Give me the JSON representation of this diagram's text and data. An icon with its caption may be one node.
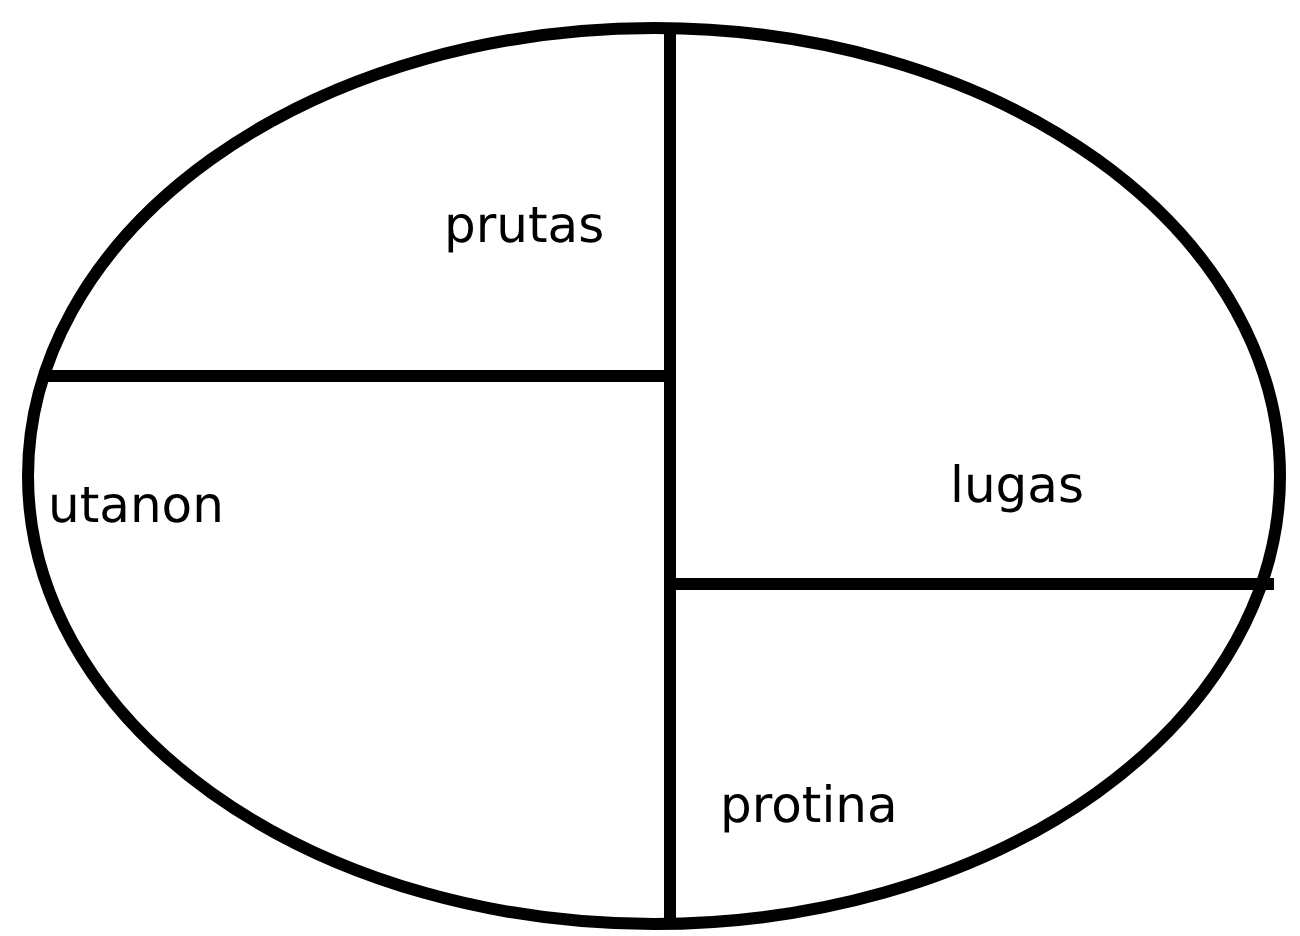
{
  "diagram": {
    "nodes": [
      {
        "text": [
          "prutas"
        ]
      },
      {
        "text": [
          "utanon"
        ]
      },
      {
        "text": [
          "lugas"
        ]
      },
      {
        "text": [
          "protina"
        ]
      }
    ]
  }
}
